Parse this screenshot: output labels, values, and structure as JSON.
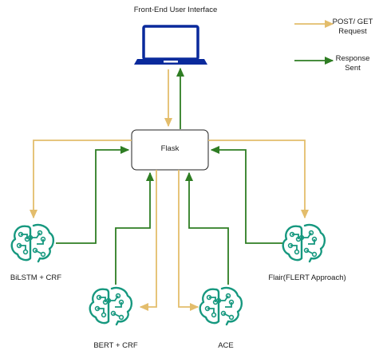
{
  "diagram": {
    "frontend_label": "Front-End User Interface",
    "server_label": "Flask",
    "models": [
      {
        "id": "bilstm",
        "label": "BiLSTM + CRF"
      },
      {
        "id": "bert",
        "label": "BERT + CRF"
      },
      {
        "id": "ace",
        "label": "ACE"
      },
      {
        "id": "flair",
        "label": "Flair(FLERT Approach)"
      }
    ],
    "legend": {
      "request_line1": "POST/ GET",
      "request_line2": "Request",
      "response_line1": "Response",
      "response_line2": "Sent"
    }
  },
  "colors": {
    "request": "#e3bd6c",
    "response": "#2e7d23",
    "brain": "#16987f",
    "laptop": "#0a2a9c",
    "box_border": "#222222"
  }
}
